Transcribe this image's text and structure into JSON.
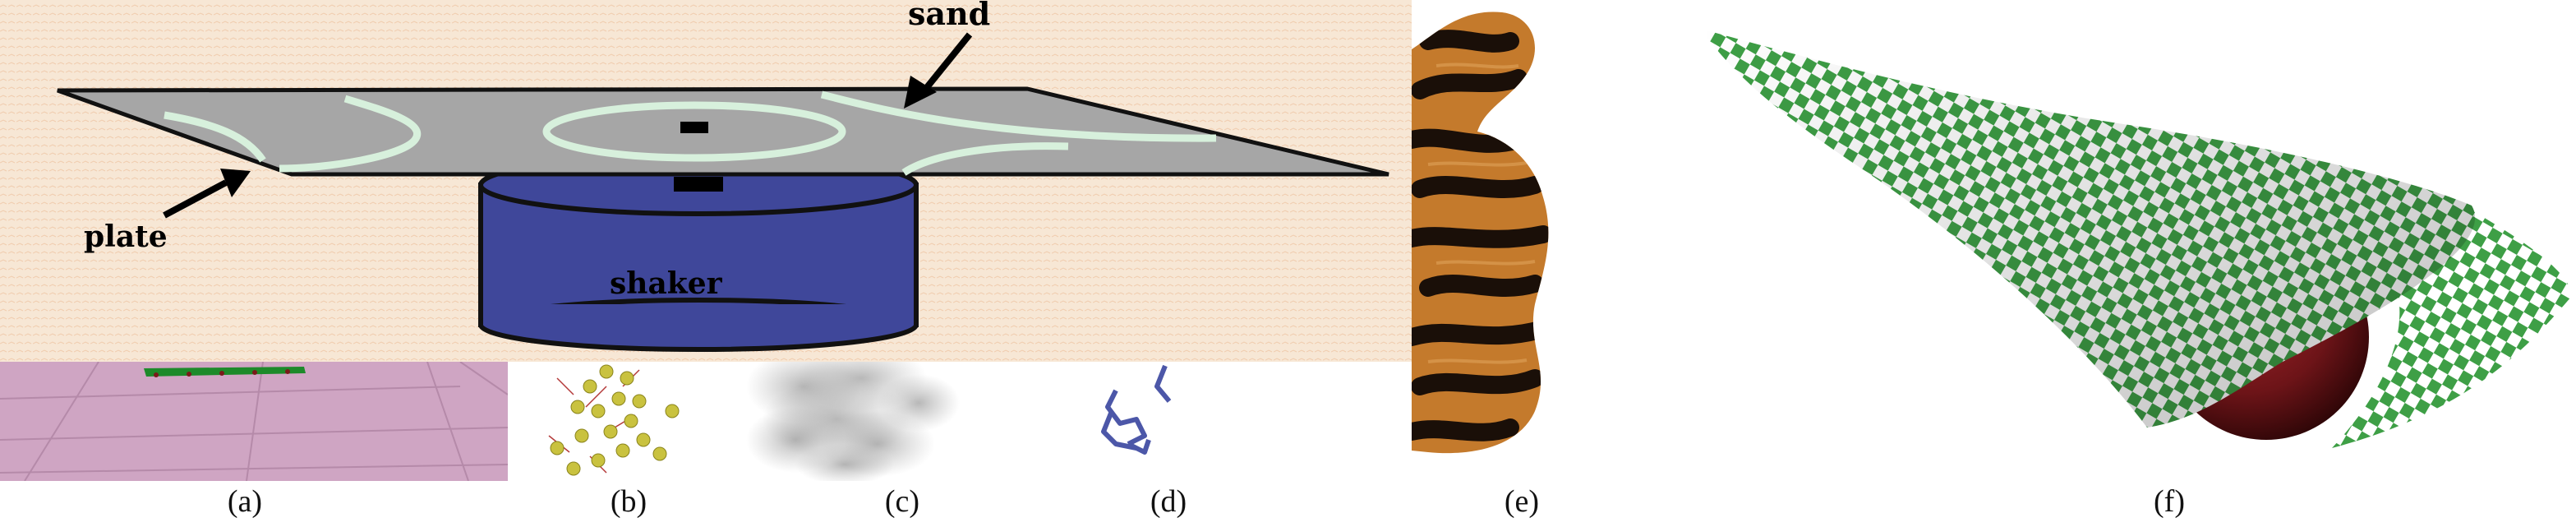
{
  "diagram": {
    "sand_label": "sand",
    "plate_label": "plate",
    "shaker_label": "shaker"
  },
  "captions": {
    "a": "(a)",
    "b": "(b)",
    "c": "(c)",
    "d": "(d)",
    "e": "(e)",
    "f": "(f)"
  },
  "colors": {
    "diagram_background": "#f7e7d5",
    "plate": "#a6a6a6",
    "shaker": "#3f479a",
    "sand_pattern": "#d7f0dc",
    "floor": "#cfa5c3",
    "particles": "#c9c23f",
    "smoke": "#8a8a8a",
    "chain": "#4c57a8",
    "fur_orange": "#c47a2c",
    "fur_dark": "#1a0f08",
    "check_green": "#3e9f46",
    "sphere": "#6d1418"
  }
}
